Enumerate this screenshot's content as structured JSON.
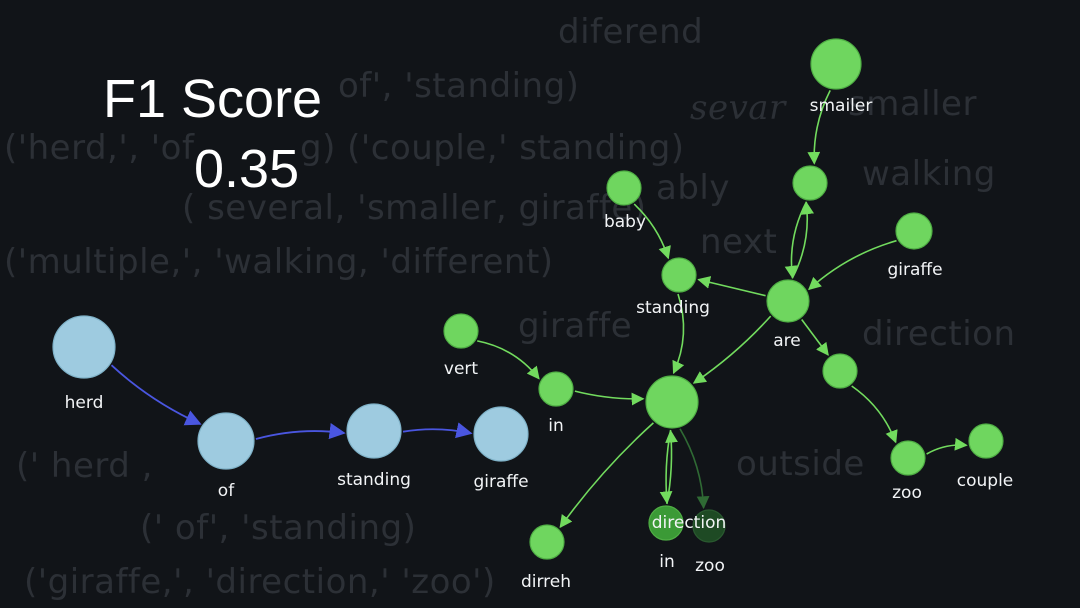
{
  "score": {
    "title": "F1 Score",
    "value": "0.35"
  },
  "background_text": [
    "diferend",
    "of', 'standing)",
    "sevar",
    "smaller",
    "('herd,', 'of",
    "g) ('couple,' standing)",
    "ably",
    "walking",
    "( several, 'smaller, giraffe)",
    "next",
    "('multiple,', 'walking, 'different)",
    "giraffe",
    "direction",
    "outside",
    "(' herd ,",
    "(' of', 'standing)",
    "('giraffe,', 'direction,' 'zoo')"
  ],
  "graph": {
    "colors": {
      "reference_node": "#9ecbe0",
      "reference_edge": "#4a56e0",
      "predicted_node": "#6fd65f",
      "predicted_edge": "#72db5e",
      "dark_node": "#3b9a36",
      "faded_node": "#1e4a24"
    },
    "reference_nodes": [
      {
        "id": "herd",
        "label": "herd"
      },
      {
        "id": "of",
        "label": "of"
      },
      {
        "id": "standing_ref",
        "label": "standing"
      },
      {
        "id": "giraffe_ref",
        "label": "giraffe"
      }
    ],
    "reference_edges": [
      [
        "herd",
        "of"
      ],
      [
        "of",
        "standing_ref"
      ],
      [
        "standing_ref",
        "giraffe_ref"
      ]
    ],
    "predicted_nodes": [
      {
        "id": "smailer",
        "label": "smailer"
      },
      {
        "id": "mid_top",
        "label": ""
      },
      {
        "id": "baby",
        "label": "baby"
      },
      {
        "id": "giraffe_pred",
        "label": "giraffe"
      },
      {
        "id": "standing_pred",
        "label": "standing"
      },
      {
        "id": "are",
        "label": "are"
      },
      {
        "id": "vert",
        "label": "vert"
      },
      {
        "id": "in",
        "label": "in"
      },
      {
        "id": "center",
        "label": ""
      },
      {
        "id": "right_mid",
        "label": ""
      },
      {
        "id": "zoo",
        "label": "zoo"
      },
      {
        "id": "couple",
        "label": "couple"
      },
      {
        "id": "dirreh",
        "label": "dirreh"
      },
      {
        "id": "direction",
        "label": "direction"
      },
      {
        "id": "in2",
        "label": "in"
      },
      {
        "id": "zoo_faded",
        "label": "zoo"
      }
    ],
    "predicted_edges": [
      [
        "smailer",
        "mid_top"
      ],
      [
        "mid_top",
        "are"
      ],
      [
        "are",
        "mid_top"
      ],
      [
        "baby",
        "standing_pred"
      ],
      [
        "giraffe_pred",
        "are"
      ],
      [
        "are",
        "standing_pred"
      ],
      [
        "are",
        "center"
      ],
      [
        "standing_pred",
        "center"
      ],
      [
        "are",
        "right_mid"
      ],
      [
        "right_mid",
        "zoo"
      ],
      [
        "zoo",
        "couple"
      ],
      [
        "vert",
        "in"
      ],
      [
        "in",
        "center"
      ],
      [
        "center",
        "dirreh"
      ],
      [
        "center",
        "direction"
      ],
      [
        "direction",
        "center"
      ],
      [
        "center",
        "zoo_faded"
      ]
    ]
  }
}
